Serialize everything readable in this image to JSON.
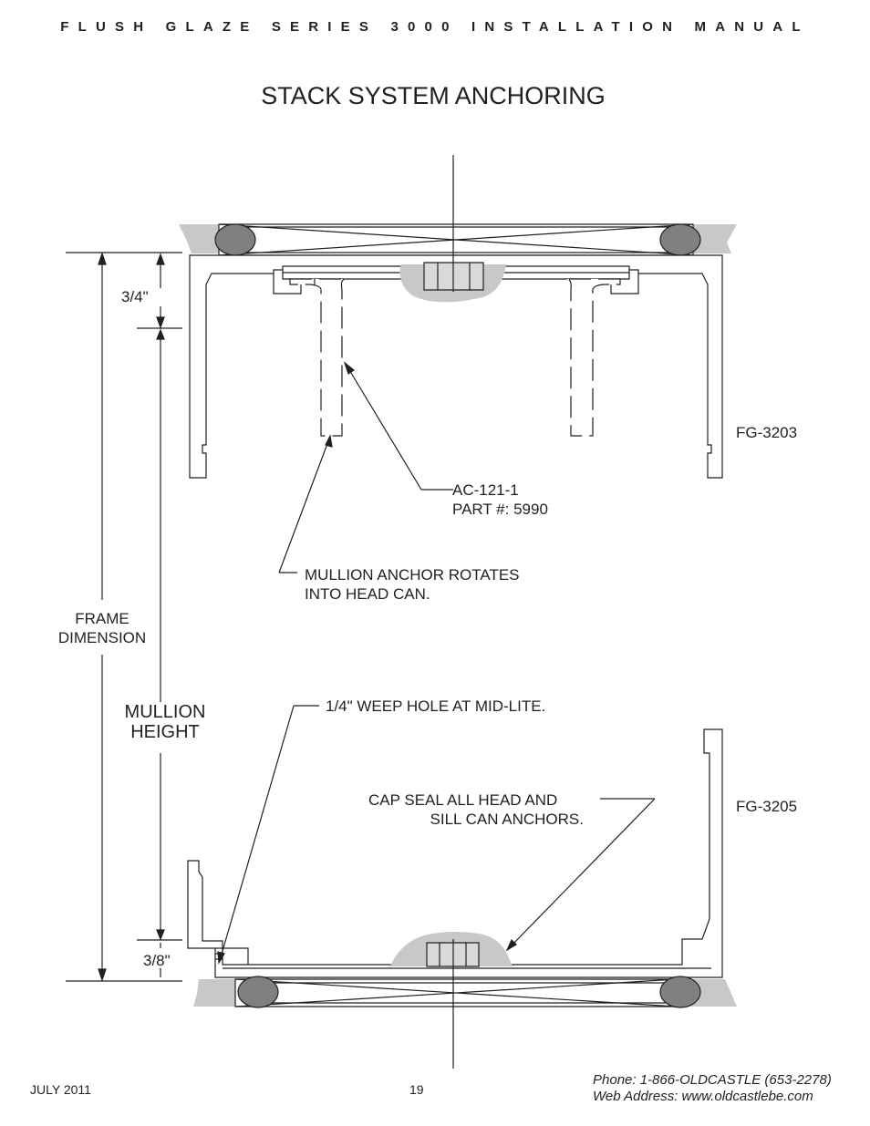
{
  "header": "FLUSH GLAZE SERIES 3000 INSTALLATION MANUAL",
  "title": "STACK SYSTEM ANCHORING",
  "labels": {
    "dim_top": "3/4\"",
    "dim_bottom": "3/8\"",
    "frame_dimension": [
      "FRAME",
      "DIMENSION"
    ],
    "mullion_height": [
      "MULLION",
      "HEIGHT"
    ],
    "part_head": "FG-3203",
    "part_sill": "FG-3205",
    "anchor_part": [
      "AC-121-1",
      "PART #: 5990"
    ],
    "mullion_anchor_note": [
      "MULLION ANCHOR ROTATES",
      "INTO HEAD CAN."
    ],
    "weep_hole_note": "1/4\" WEEP HOLE AT MID-LITE.",
    "cap_seal_note": [
      "CAP SEAL ALL HEAD AND",
      "SILL CAN ANCHORS."
    ]
  },
  "footer": {
    "date": "JULY 2011",
    "page": "19",
    "phone": "Phone: 1-866-OLDCASTLE (653-2278)",
    "web": "Web Address: www.oldcastlebe.com"
  }
}
